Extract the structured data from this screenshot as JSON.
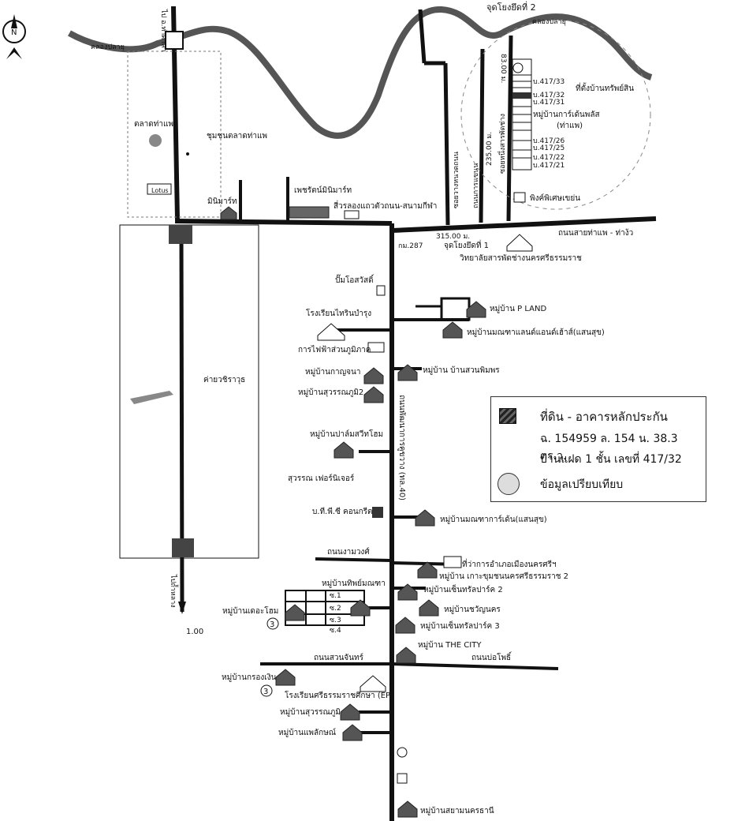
{
  "compass": {
    "label": "N"
  },
  "top_labels": {
    "point2": "จุดโยงยึดที่ 2",
    "point1": "จุดโยงยึดที่ 1",
    "canal_left": "คลองปลายุ",
    "canal_right": "คลองปลายุ",
    "district_office": "ไป อ.ท่าศาลา"
  },
  "places": {
    "market": "ตลาดท่าแพ",
    "community": "ชุมชนตลาดท่าแพ",
    "lotus": "Lotus",
    "mini_mart": "มินิมาร์ท",
    "pet_mini_mart": "เพชรัตน์มินิมาร์ท",
    "intersection": "สี่วรลองแถวตัวถนน-สนามกีฬา",
    "camp": "ค่ายวชิราวุธ",
    "to_tamlang": "ไปถ้ำหลาง",
    "rd_thaphae": "ถนนสายท่าแพ - ท่าง้ว",
    "dist_315": "315.00 ม.",
    "km287": "กม.287",
    "college": "วิทยาลัยสารพัดช่างนครศรีธรรมราช",
    "pink_house": "พิงค์พิเศษเขย่น",
    "site_label": "ที่ตั้งบ้านทรัพย์สิน",
    "village_ref": "หมู่บ้านการ์เด้นพลัส",
    "village_ref_sub": "(ท่าแพ)",
    "dist_83": "83.00 ม.",
    "dist_235": "235.00 ม.",
    "road_soi": "ซอยหนึ่งสารพัดช่าง",
    "road_soi2": "ซอยวางหนวดถนน",
    "road_soi3": "ถนนการแขนน",
    "plots": [
      "บ.417/33",
      "บ.417/32",
      "บ.417/31",
      "บ.417/26",
      "บ.417/25",
      "บ.417/22",
      "บ.417/21"
    ],
    "pump": "ปั๊มโอสวัสดิ์",
    "school1": "โรงเรียนไทรินบำรุง",
    "electric": "การไฟฟ้าส่วนภูมิภาค",
    "v_pland": "หมู่บ้าน P LAND",
    "v_manrat": "หมู่บ้านมณฑาแลนด์แอนด์เฮ้าส์(แสนสุข)",
    "v_kanchana": "หมู่บ้านกาญจนา",
    "v_suanphimphon": "หมู่บ้าน บ้านสวนพิมพร",
    "v_suwanphum2": "หมู่บ้านสุวรรณภูมิ2",
    "v_palm": "หมู่บ้านปาล์มสวีทโฮม",
    "furniture": "สุวรรณ เฟอร์นิเจอร์",
    "concrete": "บ.ที.พี.ซี คอนกรีต",
    "v_manrat_garden": "หมู่บ้านมณฑาการ์เด้น(แสนสุข)",
    "main_road": "ถนนพัฒนาการคูขวาง (ทล.40)",
    "rd_ngamwong": "ถนนงามวงศ์",
    "district_hall": "ที่ว่าการอำเภอเมืองนครศรีฯ",
    "v_kohsamui": "หมู่บ้าน เกาะขุมชนนครศรีธรรมราช 2",
    "v_thippanit": "หมู่บ้านทิพย์มณฑา",
    "v_central2": "หมู่บ้านเซ็นทรัลปาร์ค 2",
    "v_chayanakorn": "หมู่บ้านชวัญนคร",
    "v_central3": "หมู่บ้านเซ็นทรัลปาร์ค 3",
    "v_dehome": "หมู่บ้านเดอะโฮม",
    "v_city": "หมู่บ้าน THE CITY",
    "rd_suanjan": "ถนนสวนจันทร์",
    "rd_bophor": "ถนนบ่อโพธิ์",
    "v_krongnoen": "หมู่บ้านกรองเงิน",
    "school2": "โรงเรียนศรีธรรมราชศึกษา (EP)",
    "v_suwanphum": "หมู่บ้านสุวรรณภูมิ",
    "v_pailak": "หมู่บ้านแพลักษณ์",
    "v_sayamnakhon": "หมู่บ้านสยามนครธานี",
    "scale": "1.00",
    "sois": [
      "ซ.1",
      "ซ.2",
      "ซ.3",
      "ซ.4"
    ],
    "circle_num": "3"
  },
  "legend": {
    "title": "ที่ดิน - อาคารหลักประกัน",
    "line2": "ฉ. 154959  ล. 154  น. 38.3 ตร.ว.",
    "line3": "บ้านแฝด 1 ชั้น เลขที่ 417/32",
    "line4": "ข้อมูลเปรียบเทียบ"
  },
  "colors": {
    "road": "#111111",
    "canal": "#555555",
    "house": "#555555"
  }
}
